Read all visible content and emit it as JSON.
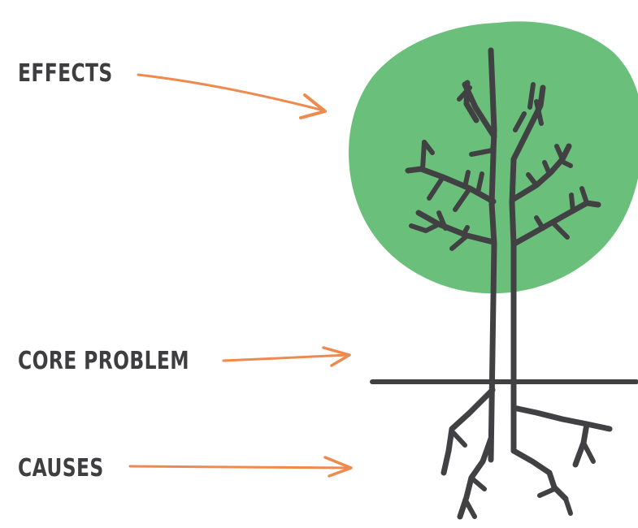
{
  "labels": {
    "effects": "EFFECTS",
    "core_problem": "CORE PROBLEM",
    "causes": "CAUSES"
  },
  "colors": {
    "text": "#3e3e40",
    "arrow": "#ef8a4f",
    "canopy": "#6abf7b",
    "tree": "#414143",
    "background": "#ffffff"
  },
  "icons": {
    "effects_pointer": "arrow-right-icon",
    "core_problem_pointer": "arrow-right-icon",
    "causes_pointer": "arrow-right-icon"
  }
}
